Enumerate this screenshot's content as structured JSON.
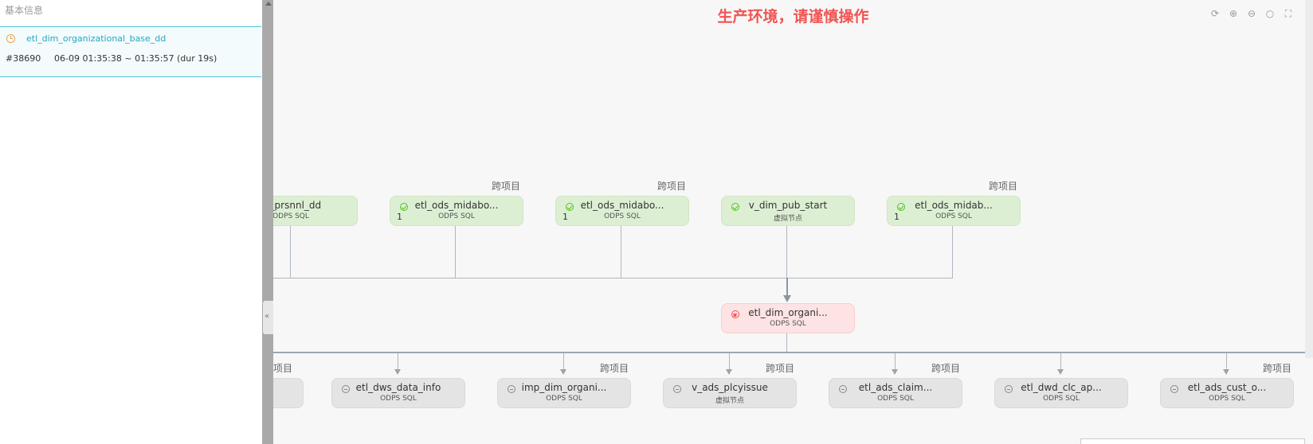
{
  "left_panel": {
    "header": "基本信息",
    "task": {
      "name": "etl_dim_organizational_base_dd",
      "id": "#38690",
      "time": "06-09 01:35:38 ~ 01:35:57 (dur 19s)"
    }
  },
  "splitter": {
    "collapse_left": "«",
    "collapse_right": "»"
  },
  "canvas": {
    "warning": "生产环境，请谨慎操作",
    "cross_project_label": "跨项目",
    "upstream_nodes": [
      {
        "name": "m_prsnnl_dd",
        "type": "ODPS SQL",
        "status": "success",
        "count": ""
      },
      {
        "name": "etl_ods_midabo...",
        "type": "ODPS SQL",
        "status": "success",
        "count": "1"
      },
      {
        "name": "etl_ods_midabo...",
        "type": "ODPS SQL",
        "status": "success",
        "count": "1"
      },
      {
        "name": "v_dim_pub_start",
        "type": "虚拟节点",
        "status": "success",
        "count": ""
      },
      {
        "name": "etl_ods_midab...",
        "type": "ODPS SQL",
        "status": "success",
        "count": "1"
      }
    ],
    "current_node": {
      "name": "etl_dim_organi...",
      "type": "ODPS SQL",
      "status": "failed"
    },
    "downstream_nodes": [
      {
        "name": "",
        "type": "",
        "status": "waiting"
      },
      {
        "name": "etl_dws_data_info",
        "type": "ODPS SQL",
        "status": "waiting"
      },
      {
        "name": "imp_dim_organi...",
        "type": "ODPS SQL",
        "status": "waiting"
      },
      {
        "name": "v_ads_plcyissue",
        "type": "虚拟节点",
        "status": "waiting"
      },
      {
        "name": "etl_ads_claim...",
        "type": "ODPS SQL",
        "status": "waiting"
      },
      {
        "name": "etl_dwd_clc_ap...",
        "type": "ODPS SQL",
        "status": "waiting"
      },
      {
        "name": "etl_ads_cust_o...",
        "type": "ODPS SQL",
        "status": "waiting"
      }
    ],
    "toolbar": [
      "refresh-icon",
      "zoom-in-icon",
      "zoom-out-icon",
      "search-icon",
      "fullscreen-icon"
    ]
  },
  "colors": {
    "success": "#52c41a",
    "failed": "#f05454",
    "accent": "#25a6c4",
    "warning_text": "#f05454"
  }
}
